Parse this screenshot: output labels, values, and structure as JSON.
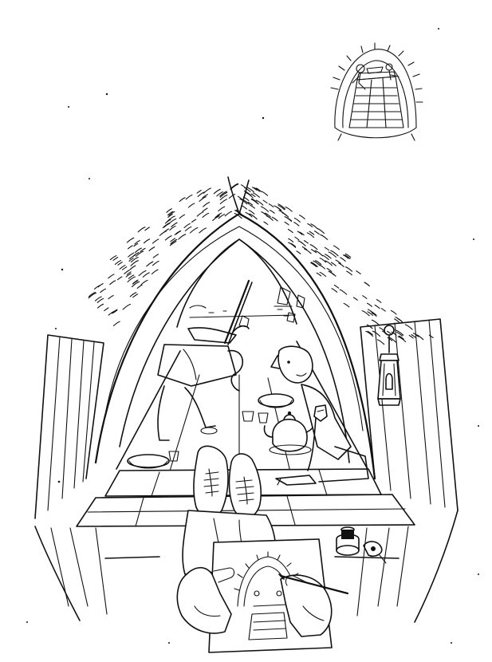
{
  "scene": {
    "background_color": "#ffffff",
    "ink_color": "#111111",
    "style": "line-drawing",
    "elements": [
      "small-inset-sketch",
      "boat-cabin-arch",
      "thatch-canopy",
      "doorway-view",
      "sailboats",
      "standing-figure",
      "seated-man",
      "teapot",
      "bowls",
      "cups",
      "hanging-lantern",
      "crossed-feet",
      "sketchbook",
      "drawing-hands",
      "pen",
      "ink-bottle"
    ]
  }
}
